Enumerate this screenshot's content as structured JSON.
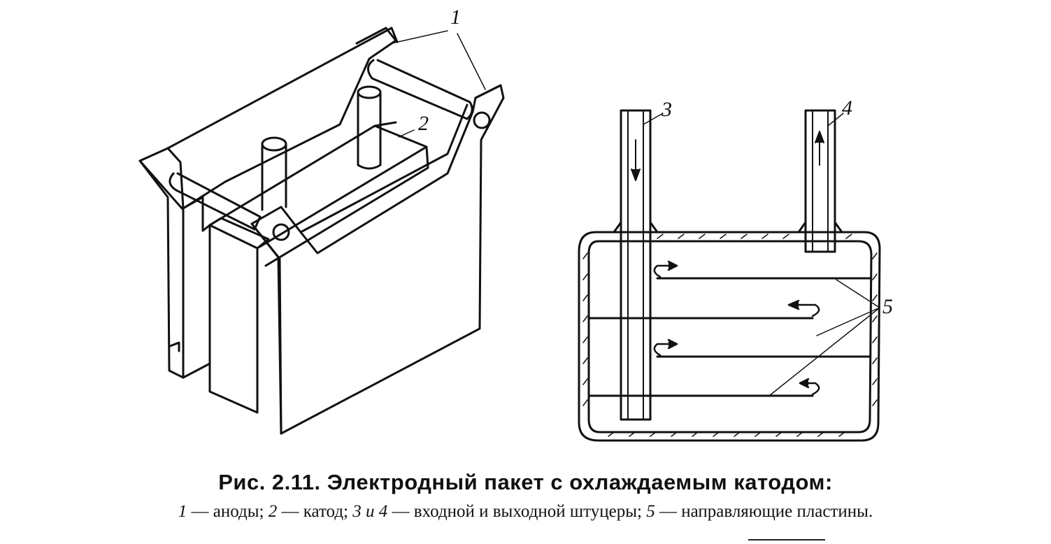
{
  "figure": {
    "labels": {
      "anodes": "1",
      "cathode": "2",
      "inlet": "3",
      "outlet": "4",
      "guide_plates": "5"
    }
  },
  "caption": {
    "title": "Рис. 2.11. Электродный пакет с охлаждаемым катодом:",
    "legend": [
      {
        "num": "1",
        "text": " — аноды; "
      },
      {
        "num": "2",
        "text": " — катод; "
      },
      {
        "num": "3 и 4",
        "text": " — входной и выходной штуцеры; "
      },
      {
        "num": "5",
        "text": " — направляющие пластины."
      }
    ]
  }
}
